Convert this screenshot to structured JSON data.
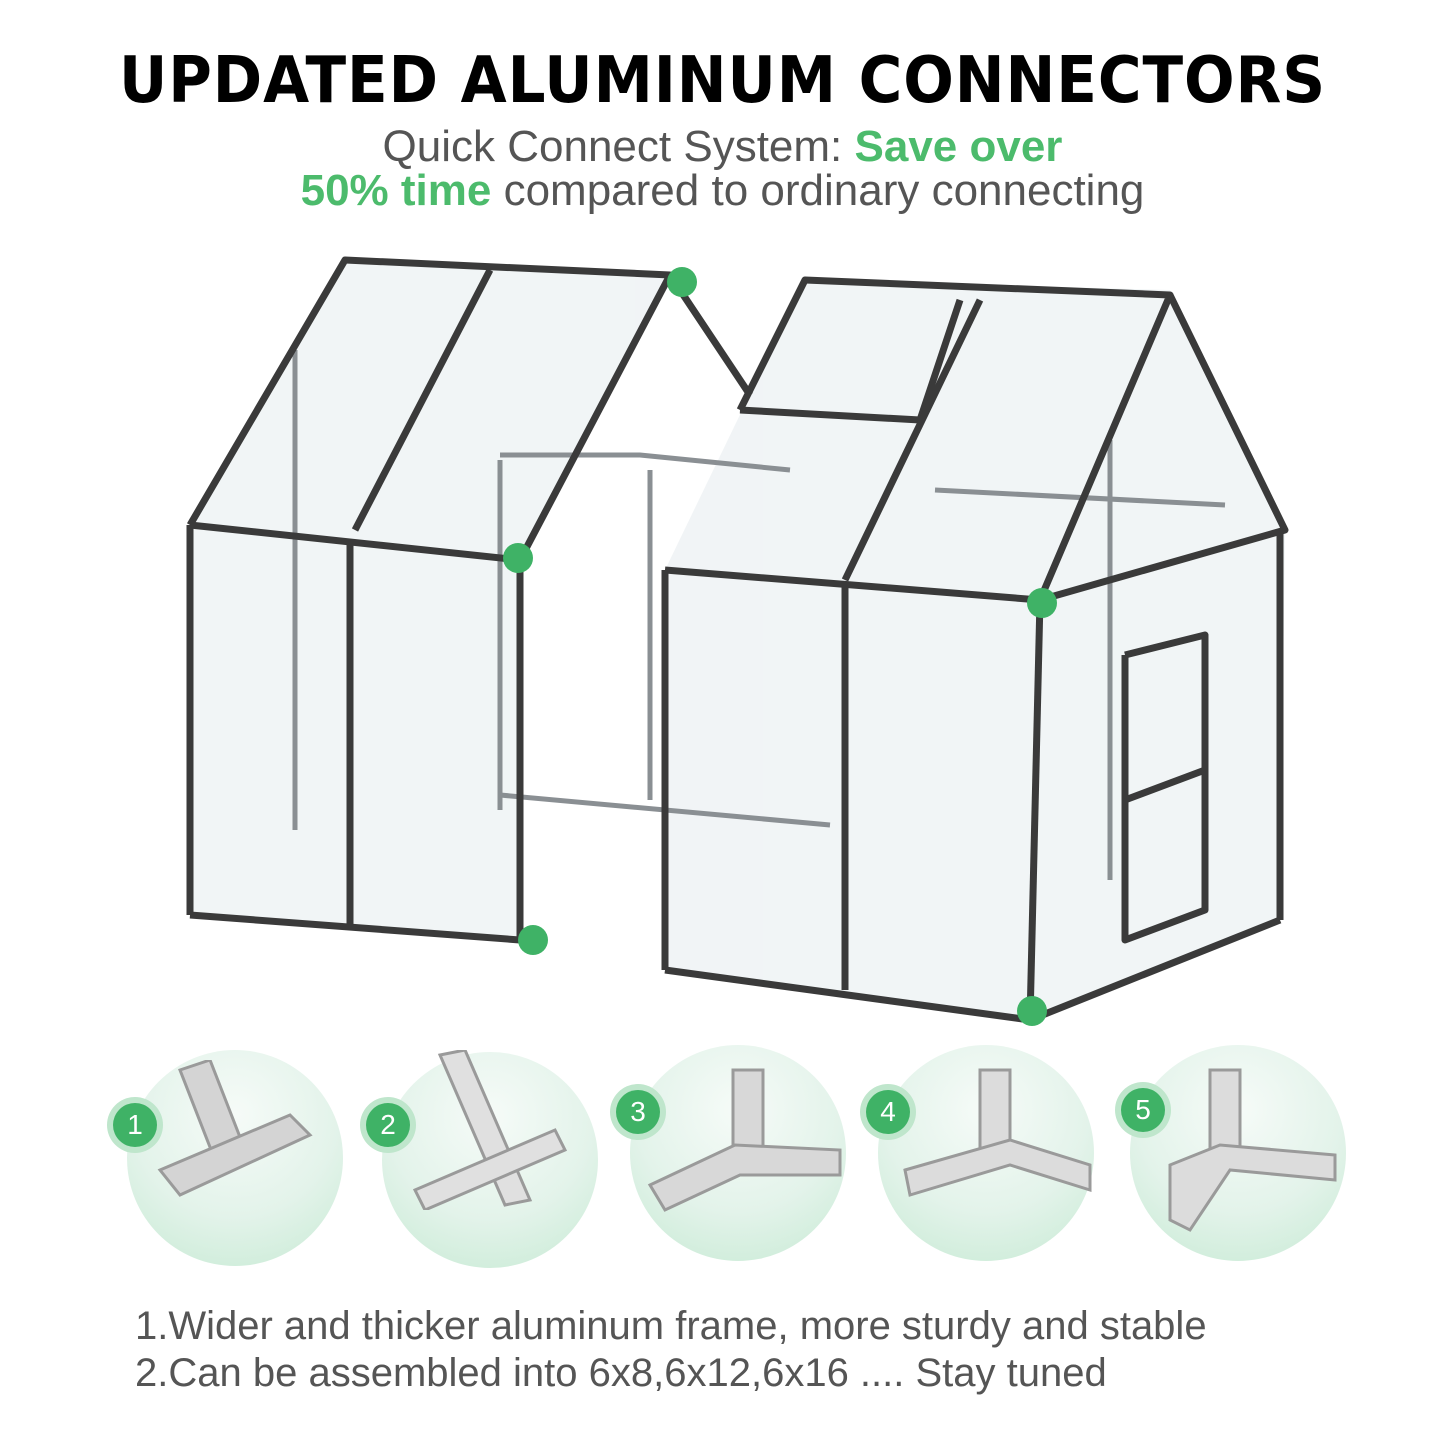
{
  "header": {
    "title": "UPDATED ALUMINUM CONNECTORS",
    "subtitle_part1": "Quick Connect System: ",
    "subtitle_highlight1": "Save over",
    "subtitle_highlight2": "50% time",
    "subtitle_part2": " compared to ordinary connecting"
  },
  "colors": {
    "accent": "#4cbb6c",
    "badge": "#3fb266",
    "text": "#555555",
    "frame": "#3a3a3a"
  },
  "connectors": [
    {
      "number": "1",
      "icon": "cross-connector-icon"
    },
    {
      "number": "2",
      "icon": "cross-connector-icon"
    },
    {
      "number": "3",
      "icon": "t-connector-icon"
    },
    {
      "number": "4",
      "icon": "t-connector-icon"
    },
    {
      "number": "5",
      "icon": "corner-connector-icon"
    }
  ],
  "features": [
    "1.Wider and thicker aluminum frame, more sturdy and stable",
    "2.Can be assembled into 6x8,6x12,6x16 .... Stay tuned"
  ]
}
